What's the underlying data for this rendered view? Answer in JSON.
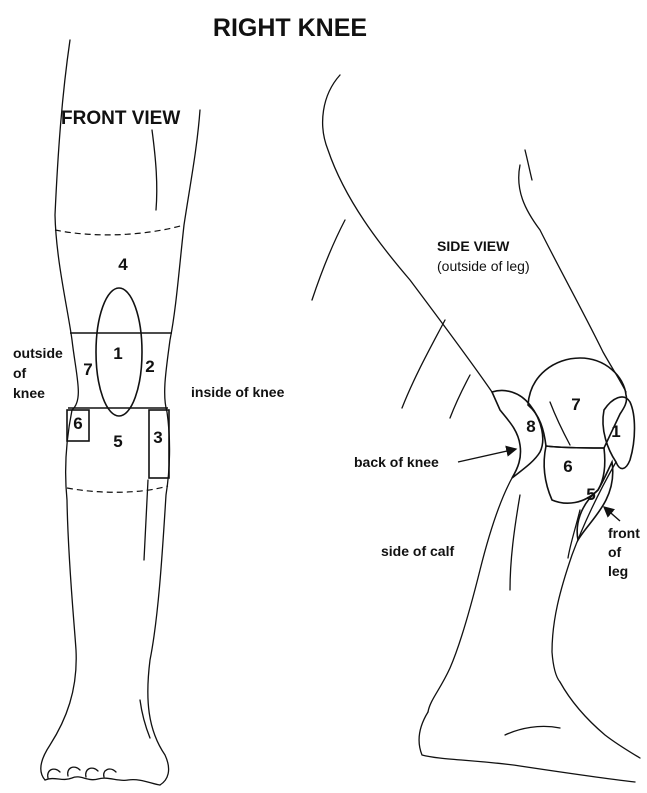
{
  "title": "RIGHT KNEE",
  "front": {
    "heading": "FRONT VIEW",
    "zones": [
      "1",
      "2",
      "3",
      "4",
      "5",
      "6",
      "7"
    ],
    "outside_label": [
      "outside",
      "of",
      "knee"
    ],
    "inside_label": "inside of knee"
  },
  "side": {
    "heading": "SIDE VIEW",
    "subheading": "(outside of leg)",
    "zones": [
      "1",
      "5",
      "6",
      "7",
      "8"
    ],
    "back_label": "back of knee",
    "calf_label": "side of calf",
    "front_label": [
      "front",
      "of",
      "leg"
    ]
  }
}
